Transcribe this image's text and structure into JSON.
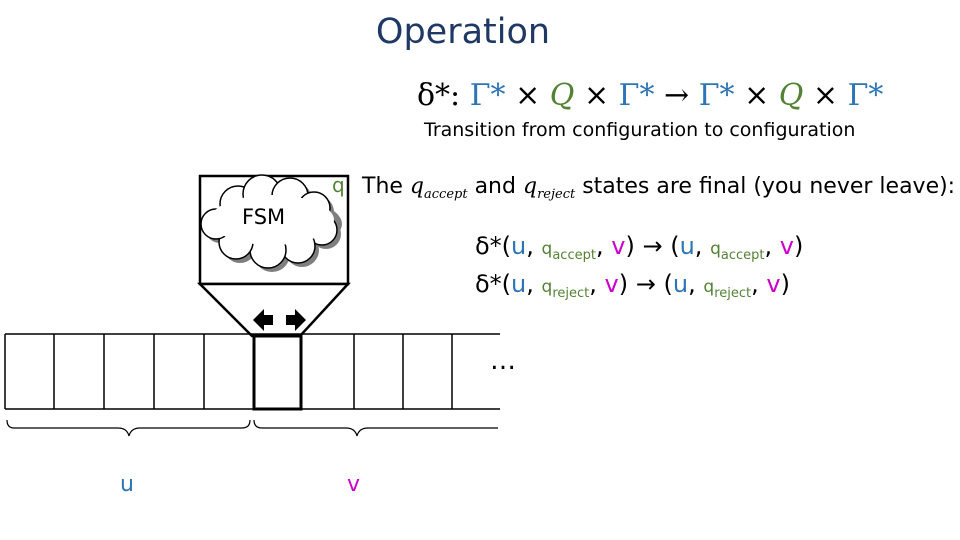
{
  "title": "Operation",
  "formula": {
    "delta_star": "δ*:",
    "gamma_star": "Γ*",
    "times": "×",
    "Q": "Q",
    "arrow": "→"
  },
  "caption": "Transition from configuration to configuration",
  "states_note": {
    "the": "The",
    "q": "q",
    "accept": "accept",
    "and": "and",
    "reject": "reject",
    "tail": "states are final (you never leave):"
  },
  "rules": {
    "delta_star": "δ*(",
    "u": "u",
    "comma": ",",
    "q": "q",
    "accept": "accept",
    "reject": "reject",
    "v": "v",
    "close": ")",
    "arrow": "→",
    "open": "("
  },
  "machine": {
    "q_label": "q",
    "fsm_label": "FSM",
    "ellipsis": "…"
  },
  "tape_labels": {
    "u": "u",
    "v": "v"
  },
  "colors": {
    "title": "#1f3864",
    "gamma": "#2e75b6",
    "Q": "#548235",
    "u": "#2e75b6",
    "v": "#cc00cc"
  }
}
